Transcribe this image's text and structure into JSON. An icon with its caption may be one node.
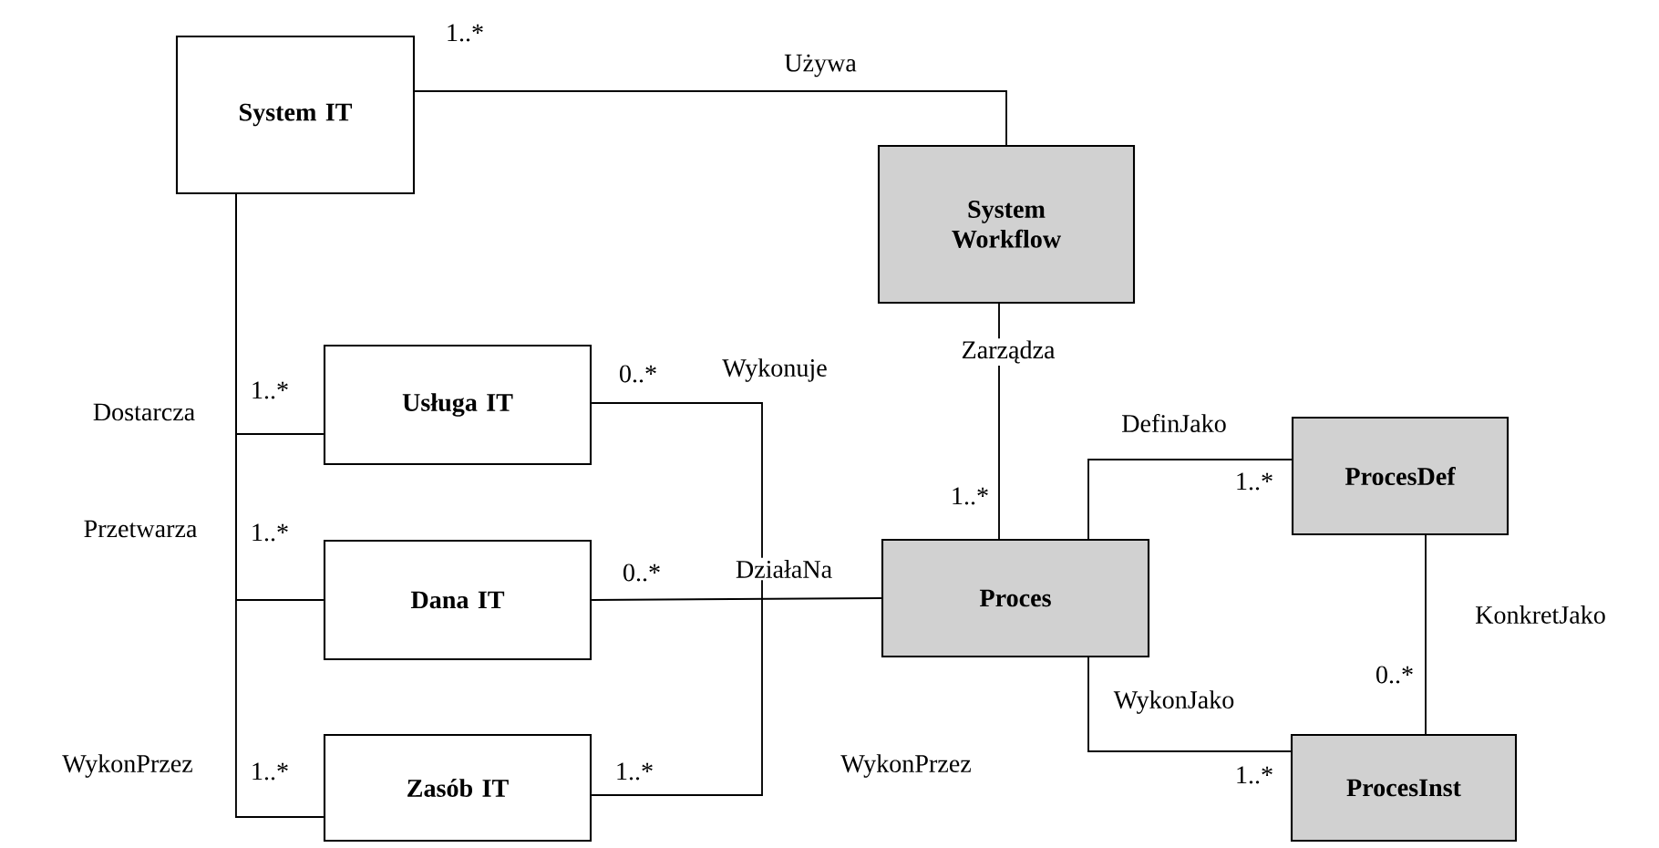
{
  "diagram": {
    "nodes": [
      {
        "text": [
          "System IT"
        ]
      },
      {
        "text": [
          "System Workflow"
        ]
      },
      {
        "text": [
          "Usługa IT"
        ]
      },
      {
        "text": [
          "Dana IT"
        ]
      },
      {
        "text": [
          "Zasób IT"
        ]
      },
      {
        "text": [
          "Proces"
        ]
      },
      {
        "text": [
          "ProcesDef"
        ]
      },
      {
        "text": [
          "ProcesInst"
        ]
      }
    ],
    "edges": [
      {
        "from": 0,
        "to": 1,
        "arrow": "none",
        "label": "Używa"
      },
      {
        "from": 0,
        "to": 2,
        "arrow": "none",
        "label": "Dostarcza"
      },
      {
        "from": 0,
        "to": 3,
        "arrow": "none",
        "label": "Przetwarza"
      },
      {
        "from": 0,
        "to": 4,
        "arrow": "none",
        "label": "WykonPrzez"
      },
      {
        "from": 2,
        "to": 4,
        "arrow": "none",
        "label": "Wykonuje"
      },
      {
        "from": 3,
        "to": 5,
        "arrow": "none",
        "label": "DziałaNa"
      },
      {
        "from": 1,
        "to": 5,
        "arrow": "none",
        "label": "Zarządza"
      },
      {
        "from": 5,
        "to": 6,
        "arrow": "none",
        "label": "DefinJako"
      },
      {
        "from": 5,
        "to": 7,
        "arrow": "none",
        "label": "WykonJako"
      },
      {
        "from": 6,
        "to": 7,
        "arrow": "none",
        "label": "KonkretJako"
      }
    ],
    "labels": [
      "1..*",
      "0..*",
      "1..*",
      "1..*",
      "1..*",
      "1..*",
      "0..*",
      "0..*",
      "WykonPrzez",
      "1..*",
      "1..*",
      "1..*"
    ]
  }
}
